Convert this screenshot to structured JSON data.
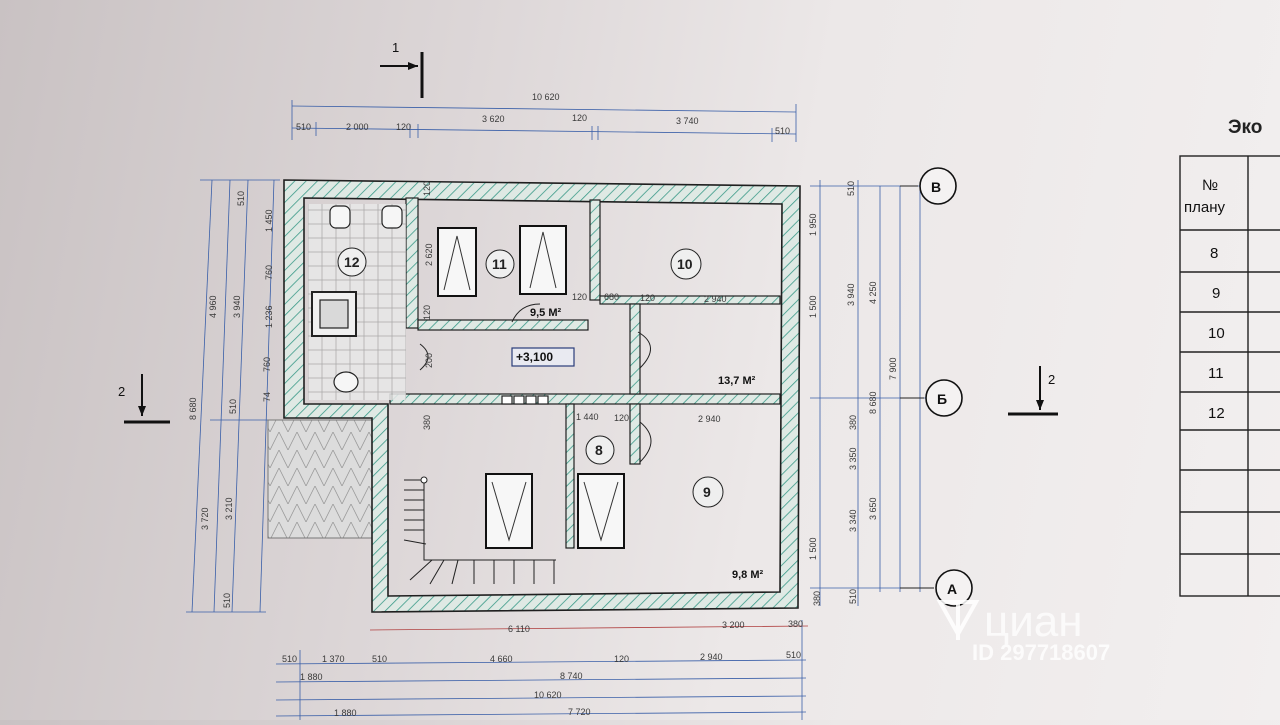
{
  "title_partial": "Эко",
  "top_dims": {
    "overall": "10 620",
    "segments": [
      "510",
      "2 000",
      "120",
      "3 620",
      "120",
      "3 740",
      "510"
    ]
  },
  "left_dims": {
    "outer": "8 680",
    "mid1": "4 960",
    "mid1b": "3 720",
    "mid2": "3 940",
    "mid2b": "3 210",
    "inner": [
      "510",
      "1 450",
      "760",
      "1 236",
      "760",
      "510",
      "510"
    ]
  },
  "right_dims": {
    "inner": [
      "510",
      "1 950",
      "1 500",
      "380",
      "1 500",
      "380"
    ],
    "a": "3 940",
    "b": "3 350",
    "c": "4 250",
    "d": "3 340",
    "e": "8 680",
    "f": "7 900",
    "g": "3 650",
    "h": "510"
  },
  "inner_dims": {
    "r11_h": "2 620",
    "r12_a": "120",
    "r10_a": "120",
    "r10_b": "680",
    "r10_c": "120",
    "r10_d": "2 940",
    "r8_a": "1 440",
    "r8_b": "120",
    "r9_a": "2 940",
    "door_a": "200",
    "door_b": "380",
    "door_c": "120",
    "gap": "74"
  },
  "bottom_dims": {
    "row1": [
      "6 110",
      "3 200",
      "380"
    ],
    "row2": [
      "510",
      "1 370",
      "510",
      "4 660",
      "120",
      "2 940",
      "510"
    ],
    "row3": [
      "1 880",
      "8 740"
    ],
    "row4": [
      "10 620"
    ],
    "row5": [
      "1 880",
      "7 720"
    ]
  },
  "rooms": [
    {
      "num": "12"
    },
    {
      "num": "11"
    },
    {
      "num": "10"
    },
    {
      "num": "8"
    },
    {
      "num": "9"
    }
  ],
  "areas": {
    "r11": "9,5 М²",
    "r10": "13,7 М²",
    "r9": "9,8 М²"
  },
  "level_mark": "+3,100",
  "section_marks": {
    "s1": "1",
    "s2_left": "2",
    "s2_right": "2"
  },
  "axes": [
    "В",
    "Б",
    "А"
  ],
  "table": {
    "header": "№\nплану",
    "header_line1": "№",
    "header_line2": "плану",
    "rows": [
      "8",
      "9",
      "10",
      "11",
      "12",
      "",
      "",
      "",
      ""
    ]
  },
  "watermark": {
    "brand": "циан",
    "id": "ID 297718607"
  },
  "colors": {
    "line": "#1f1f1f",
    "hatch": "#3a9a88",
    "dim_blue": "#2a4c9a",
    "dim_red": "#b04040"
  }
}
